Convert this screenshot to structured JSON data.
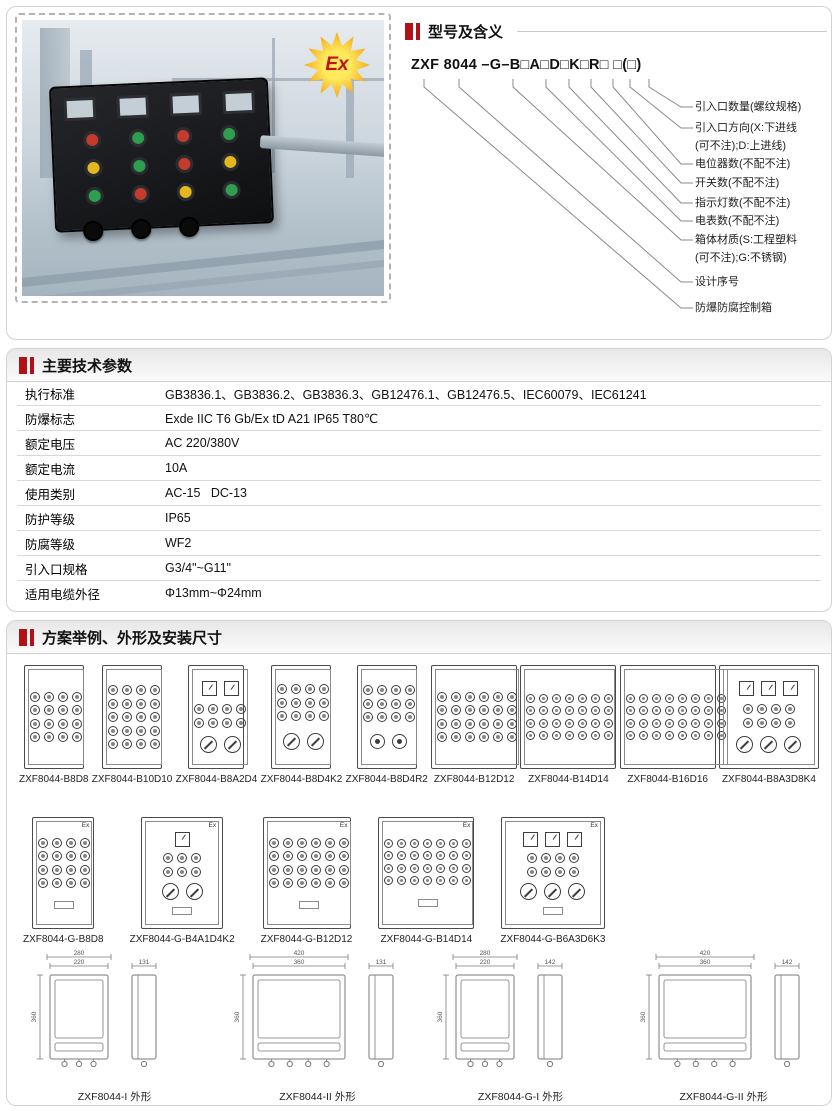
{
  "photo": {
    "ex_logo": "Ex"
  },
  "sections": {
    "model": {
      "title": "型号及含义",
      "code": "ZXF 8044 –G–B□A□D□K□R□ □(□)",
      "labels": [
        "引入口数量(螺纹规格)",
        "引入口方向(X:下进线",
        "(可不注);D:上进线)",
        "电位器数(不配不注)",
        "开关数(不配不注)",
        "指示灯数(不配不注)",
        "电表数(不配不注)",
        "箱体材质(S:工程塑料",
        "(可不注);G:不锈钢)",
        "设计序号",
        "防爆防腐控制箱"
      ]
    },
    "params": {
      "title": "主要技术参数",
      "rows": [
        {
          "label": "执行标准",
          "value": "GB3836.1、GB3836.2、GB3836.3、GB12476.1、GB12476.5、IEC60079、IEC61241"
        },
        {
          "label": "防爆标志",
          "value": "Exde IIC T6 Gb/Ex tD A21 IP65 T80℃"
        },
        {
          "label": "额定电压",
          "value": "AC 220/380V"
        },
        {
          "label": "额定电流",
          "value": "10A"
        },
        {
          "label": "使用类别",
          "value": "AC-15   DC-13"
        },
        {
          "label": "防护等级",
          "value": "IP65"
        },
        {
          "label": "防腐等级",
          "value": "WF2"
        },
        {
          "label": "引入口规格",
          "value": "G3/4\"~G11\""
        },
        {
          "label": "适用电缆外径",
          "value": "Φ13mm~Φ24mm"
        }
      ]
    },
    "diagrams": {
      "title": "方案举例、外形及安装尺寸",
      "ex_mark": "Ex",
      "row1": [
        {
          "label": "ZXF8044-B8D8",
          "w": 60,
          "h": 104,
          "cols": 4,
          "rows": 4
        },
        {
          "label": "ZXF8044-B10D10",
          "w": 60,
          "h": 104,
          "cols": 4,
          "rows": 5
        },
        {
          "label": "ZXF8044-B8A2D4",
          "w": 56,
          "h": 104,
          "cols": 4,
          "rows": 2,
          "meters": 2,
          "rotary": 2
        },
        {
          "label": "ZXF8044-B8D4K2",
          "w": 60,
          "h": 104,
          "cols": 4,
          "rows": 3,
          "rotary": 2
        },
        {
          "label": "ZXF8044-B8D4R2",
          "w": 60,
          "h": 104,
          "cols": 4,
          "rows": 3,
          "knobs": 2
        },
        {
          "label": "ZXF8044-B12D12",
          "w": 86,
          "h": 104,
          "cols": 6,
          "rows": 4
        },
        {
          "label": "ZXF8044-B14D14",
          "w": 96,
          "h": 104,
          "cols": 7,
          "rows": 4
        },
        {
          "label": "ZXF8044-B16D16",
          "w": 96,
          "h": 104,
          "cols": 8,
          "rows": 4
        },
        {
          "label": "ZXF8044-B8A3D8K4",
          "w": 100,
          "h": 104,
          "cols": 4,
          "rows": 2,
          "meters": 3,
          "rotary": 3
        }
      ],
      "row2": [
        {
          "label": "ZXF8044-G-B8D8",
          "w": 62,
          "h": 112,
          "cols": 4,
          "rows": 4,
          "g": true
        },
        {
          "label": "ZXF8044-G-B4A1D4K2",
          "w": 82,
          "h": 112,
          "cols": 3,
          "rows": 2,
          "meters": 1,
          "rotary": 2,
          "g": true
        },
        {
          "label": "ZXF8044-G-B12D12",
          "w": 88,
          "h": 112,
          "cols": 6,
          "rows": 4,
          "g": true
        },
        {
          "label": "ZXF8044-G-B14D14",
          "w": 96,
          "h": 112,
          "cols": 7,
          "rows": 4,
          "g": true
        },
        {
          "label": "ZXF8044-G-B6A3D6K3",
          "w": 104,
          "h": 112,
          "cols": 4,
          "rows": 2,
          "meters": 3,
          "rotary": 3,
          "g": true
        }
      ],
      "outlines": [
        {
          "label": "ZXF8044-I 外形",
          "wide": false,
          "dims": {
            "top": [
              "280",
              "220"
            ],
            "height": "360",
            "side": "131"
          }
        },
        {
          "label": "ZXF8044-II 外形",
          "wide": true,
          "dims": {
            "top": [
              "420",
              "360"
            ],
            "height": "360",
            "side": "131"
          }
        },
        {
          "label": "ZXF8044-G-I 外形",
          "wide": false,
          "dims": {
            "top": [
              "280",
              "220"
            ],
            "height": "360",
            "side": "142"
          }
        },
        {
          "label": "ZXF8044-G-II 外形",
          "wide": true,
          "dims": {
            "top": [
              "420",
              "360"
            ],
            "height": "360",
            "side": "142"
          }
        }
      ]
    }
  }
}
